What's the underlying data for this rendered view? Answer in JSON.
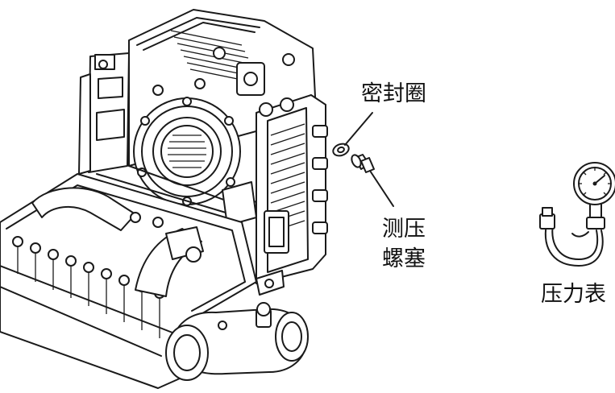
{
  "labels": {
    "seal_ring": "密封圈",
    "test_plug_line1": "测压",
    "test_plug_line2": "螺塞",
    "pressure_gauge": "压力表"
  },
  "colors": {
    "ink": "#1a1a1a",
    "background": "#ffffff"
  }
}
